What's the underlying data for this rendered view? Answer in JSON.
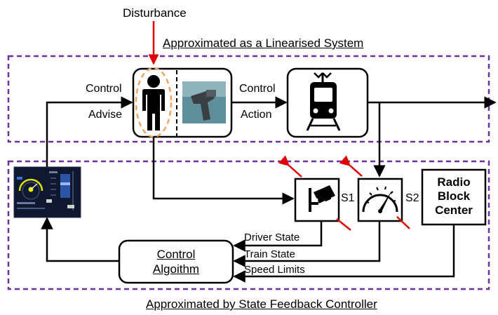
{
  "labels": {
    "disturbance": "Disturbance",
    "top_region_title": "Approximated as a Linearised System",
    "bottom_region_title": "Approximated by State Feedback Controller",
    "control_advise_line1": "Control",
    "control_advise_line2": "Advise",
    "control_action_line1": "Control",
    "control_action_line2": "Action",
    "sensor1": "S1",
    "sensor2": "S2",
    "rbc_line1": "Radio",
    "rbc_line2": "Block",
    "rbc_line3": "Center",
    "driver_state": "Driver State",
    "train_state": "Train State",
    "speed_limits": "Speed Limits",
    "algorithm_line1": "Control",
    "algorithm_line2": "Algoithm"
  },
  "icons": {
    "driver": "person-icon",
    "controller_photo": "throttle-lever-photo",
    "train": "train-icon",
    "camera": "camera-icon",
    "speedometer": "speedometer-icon",
    "dashboard": "cab-display-screen"
  },
  "colors": {
    "region_border": "#7030a0",
    "disturbance_arrow": "#e00000",
    "driver_highlight": "#f4a460",
    "cyber_marks": "#e00000",
    "screen_bg": "#101830"
  }
}
